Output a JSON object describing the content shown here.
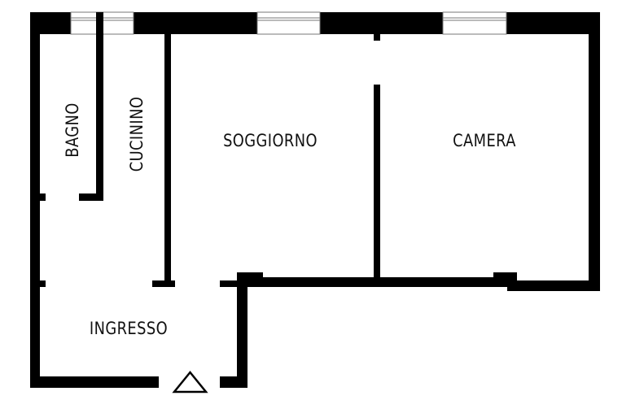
{
  "rooms": {
    "bagno": "BAGNO",
    "cucinino": "CUCININO",
    "soggiorno": "SOGGIORNO",
    "camera": "CAMERA",
    "ingresso": "INGRESSO"
  },
  "entrance_icon": "triangle-entrance-icon",
  "colors": {
    "wall": "#000000",
    "background": "#ffffff"
  }
}
